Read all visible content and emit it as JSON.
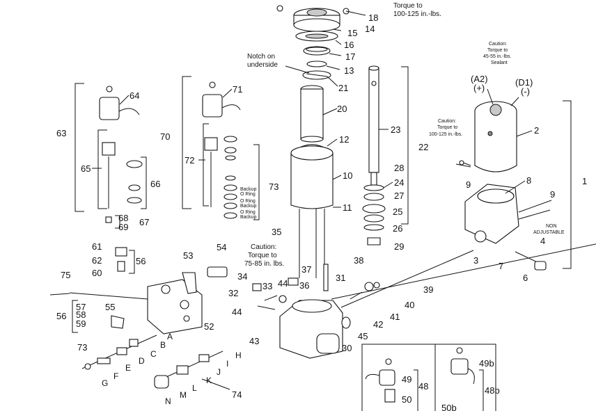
{
  "notes": {
    "torque_top": [
      "Torque to",
      "100-125 in.-lbs."
    ],
    "notch": [
      "Notch on",
      "underside"
    ],
    "caution_motor": [
      "Caution:",
      "Torque to",
      "45-55 in.-lbs.",
      "Sealant"
    ],
    "caution_bolt": [
      "Caution:",
      "Torque to",
      "100-125 in.-lbs."
    ],
    "caution_valve": [
      "Caution:",
      "Torque to",
      "75-85 in. lbs."
    ],
    "non_adjustable": [
      "NON",
      "ADJUSTABLE"
    ],
    "polarity": {
      "a2": "(A2)",
      "a2_sign": "(+)",
      "d1": "(D1)",
      "d1_sign": "(-)"
    },
    "seals": {
      "backup_1": "Backup",
      "oring_1": "O Ring",
      "oring_2": "O Ring",
      "backup_2": "Backup",
      "oring_3": "O Ring",
      "backup_3": "Backup"
    }
  },
  "callouts": {
    "n1": "1",
    "n2": "2",
    "n3": "3",
    "n4": "4",
    "n6": "6",
    "n7": "7",
    "n8": "8",
    "n9a": "9",
    "n9b": "9",
    "n10": "10",
    "n11": "11",
    "n12": "12",
    "n13": "13",
    "n14": "14",
    "n15": "15",
    "n16": "16",
    "n17": "17",
    "n18": "18",
    "n20": "20",
    "n21": "21",
    "n22": "22",
    "n23": "23",
    "n24": "24",
    "n25": "25",
    "n26": "26",
    "n27": "27",
    "n28": "28",
    "n29": "29",
    "n30": "30",
    "n31": "31",
    "n32": "32",
    "n33": "33",
    "n34": "34",
    "n35": "35",
    "n36": "36",
    "n37": "37",
    "n38": "38",
    "n39": "39",
    "n40": "40",
    "n41": "41",
    "n42": "42",
    "n43": "43",
    "n44a": "44",
    "n44b": "44",
    "n45": "45",
    "n48": "48",
    "n48b": "48b",
    "n49": "49",
    "n49b": "49b",
    "n50": "50",
    "n50b": "50b",
    "n52": "52",
    "n53": "53",
    "n54": "54",
    "n55": "55",
    "n56a": "56",
    "n56b": "56",
    "n57": "57",
    "n58": "58",
    "n59": "59",
    "n60": "60",
    "n61": "61",
    "n62": "62",
    "n63": "63",
    "n64": "64",
    "n65": "65",
    "n66": "66",
    "n67": "67",
    "n68": "68",
    "n69": "69",
    "n70": "70",
    "n71": "71",
    "n72": "72",
    "n73a": "73",
    "n73b": "73",
    "n74": "74",
    "n75": "75"
  },
  "letters": {
    "A": "A",
    "B": "B",
    "C": "C",
    "D": "D",
    "E": "E",
    "F": "F",
    "G": "G",
    "H": "H",
    "I": "I",
    "J": "J",
    "K": "K",
    "L": "L",
    "M": "M",
    "N": "N"
  }
}
